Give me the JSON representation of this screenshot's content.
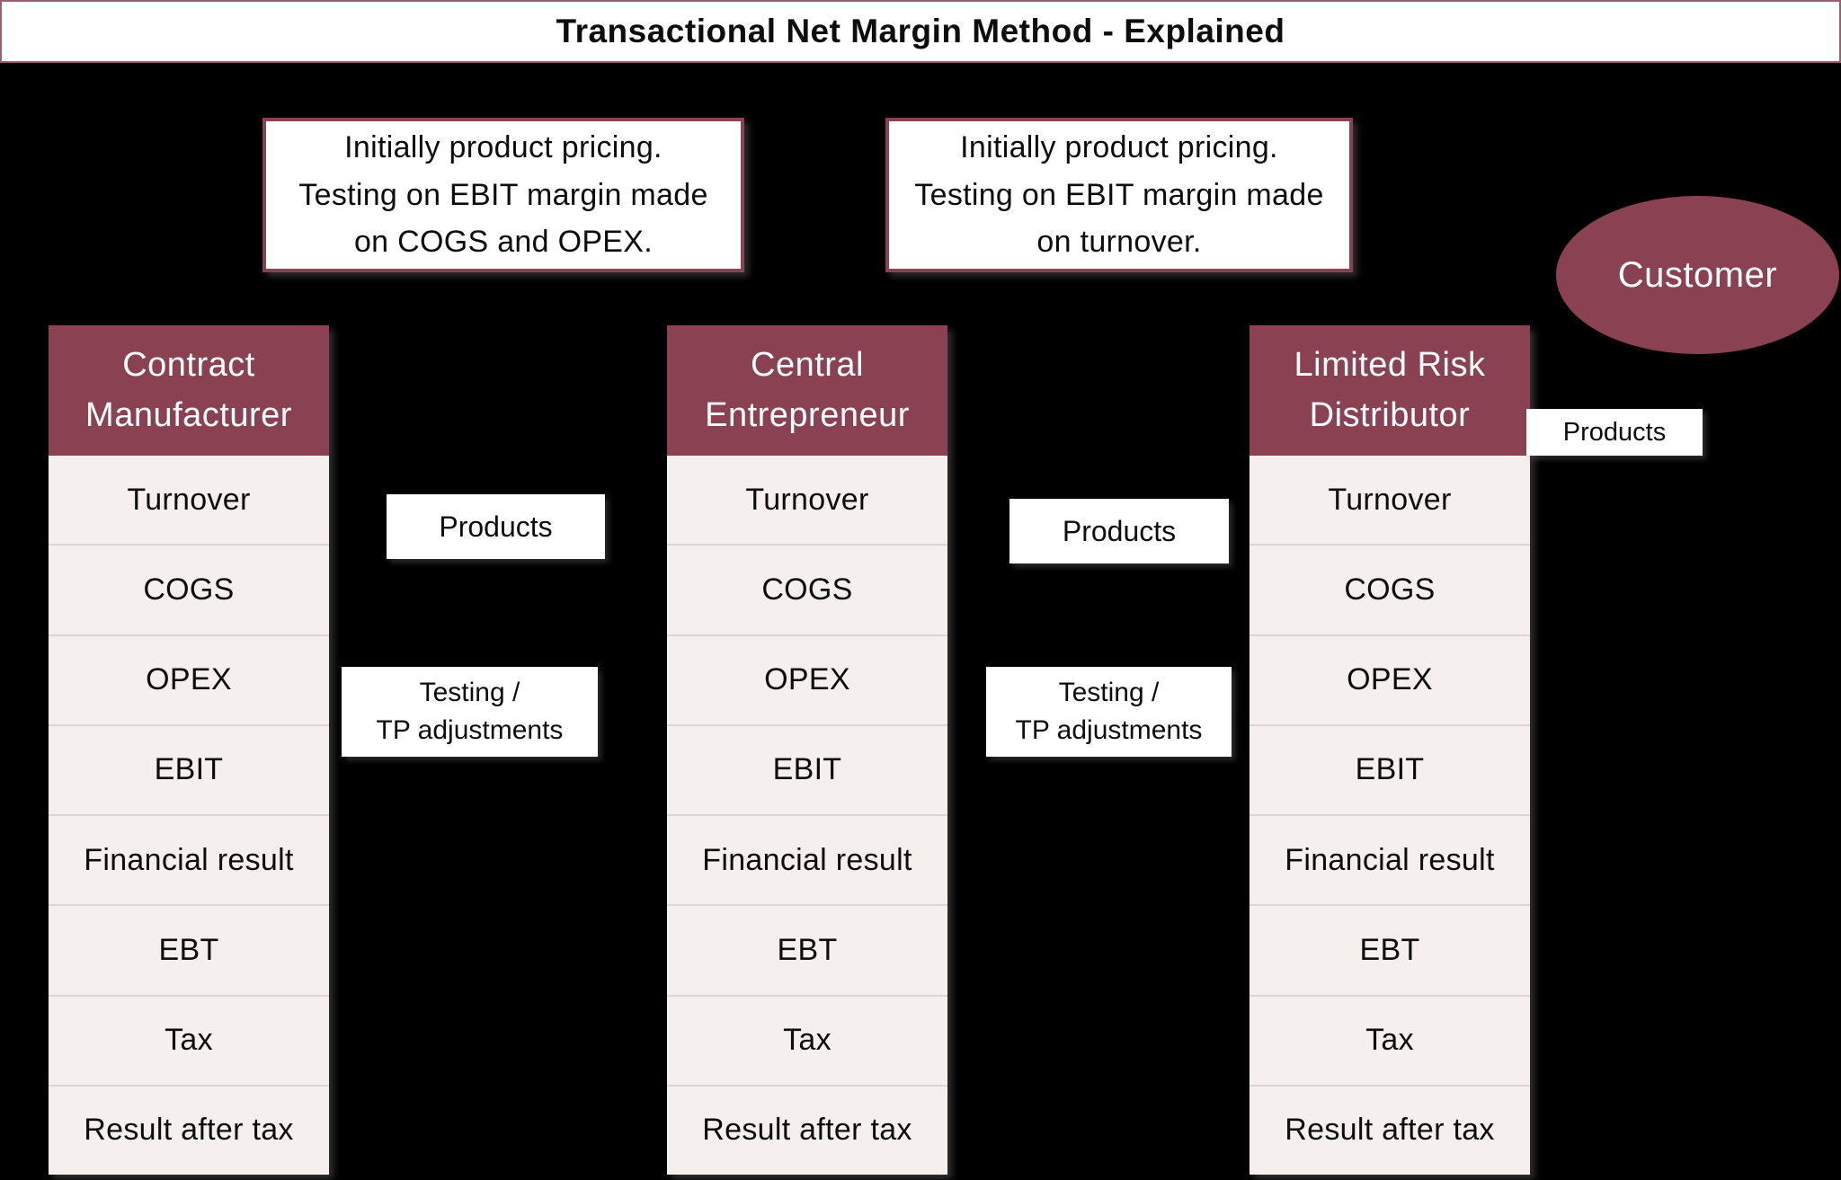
{
  "title": "Transactional Net Margin Method - Explained",
  "callouts": [
    {
      "lines": [
        "Initially product pricing.",
        "Testing on EBIT margin made",
        "on COGS and OPEX."
      ]
    },
    {
      "lines": [
        "Initially product pricing.",
        "Testing on EBIT margin made",
        "on turnover."
      ]
    }
  ],
  "customer": {
    "label": "Customer"
  },
  "entities": [
    {
      "name": "Contract Manufacturer",
      "rows": [
        "Turnover",
        "COGS",
        "OPEX",
        "EBIT",
        "Financial result",
        "EBT",
        "Tax",
        "Result after tax"
      ]
    },
    {
      "name": "Central Entrepreneur",
      "rows": [
        "Turnover",
        "COGS",
        "OPEX",
        "EBIT",
        "Financial result",
        "EBT",
        "Tax",
        "Result after tax"
      ]
    },
    {
      "name": "Limited Risk Distributor",
      "rows": [
        "Turnover",
        "COGS",
        "OPEX",
        "EBIT",
        "Financial result",
        "EBT",
        "Tax",
        "Result after tax"
      ]
    }
  ],
  "flow": {
    "products_cm_ce": "Products",
    "testing_cm_ce": {
      "lines": [
        "Testing /",
        "TP adjustments"
      ]
    },
    "products_ce_lrd": "Products",
    "testing_ce_lrd": {
      "lines": [
        "Testing /",
        "TP adjustments"
      ]
    },
    "products_lrd_customer": "Products"
  },
  "colors": {
    "maroon": "#8a4151",
    "title_border": "#9c606c",
    "row_bg": "#f5efee",
    "row_separator": "#ddd4d3",
    "box_bg": "#ffffff",
    "text_dark": "#0d0d0d",
    "background": "#000000"
  }
}
